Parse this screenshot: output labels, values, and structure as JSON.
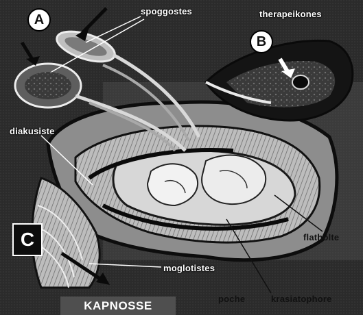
{
  "labels": {
    "spoggostes": "spoggostes",
    "therapeikones": "therapeikones",
    "diakusiste": "diakusiste",
    "flatholte": "flatholte",
    "moglotistes": "moglotistes",
    "poche": "poche",
    "krasiatophore": "krasiatophore"
  },
  "badges": {
    "a": "A",
    "b": "B",
    "c": "C"
  },
  "title": "KAPNOSSE",
  "colors": {
    "background": "#202020",
    "label": "#ffffff",
    "title_bar": "#4f4f4f"
  }
}
